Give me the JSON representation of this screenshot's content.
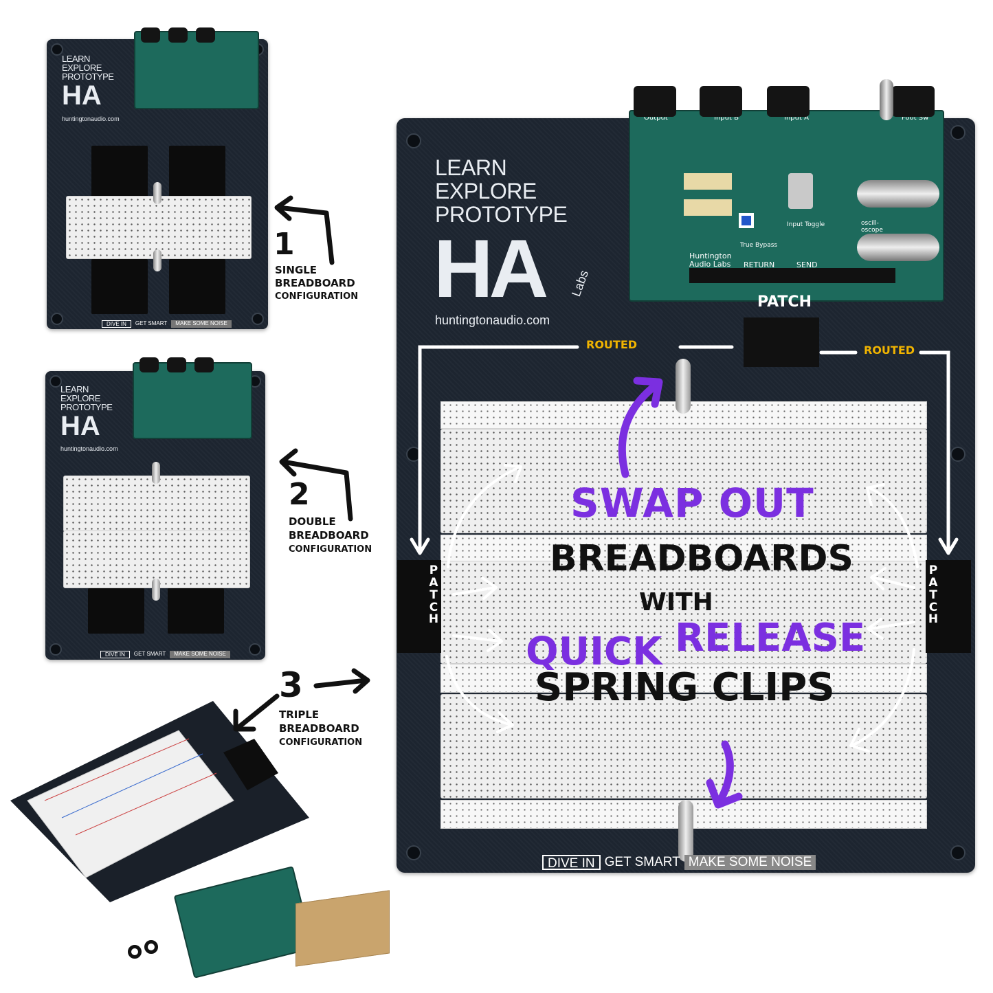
{
  "logo": {
    "line1": "LEARN",
    "line2": "EXPLORE",
    "line3": "PROTOTYPE",
    "mark": "HA",
    "labs": "Labs",
    "website": "huntingtonaudio.com"
  },
  "footer": {
    "dive_in": "DIVE IN",
    "get_smart": "GET SMART",
    "make_noise": "MAKE SOME NOISE"
  },
  "pcb": {
    "output": "Output",
    "input_b": "Input B",
    "input_a": "Input A",
    "foot_sw": "Foot Sw",
    "brand": "Huntington Audio Labs",
    "return": "RETURN",
    "send": "SEND",
    "true_bypass": "True Bypass",
    "input_toggle": "Input Toggle",
    "oscilloscope": "oscill- oscope",
    "patch": "PATCH"
  },
  "configs": [
    {
      "number": "1",
      "label_line1": "SINGLE",
      "label_line2": "BREADBOARD",
      "label_line3": "CONFIGURATION"
    },
    {
      "number": "2",
      "label_line1": "DOUBLE",
      "label_line2": "BREADBOARD",
      "label_line3": "CONFIGURATION"
    },
    {
      "number": "3",
      "label_line1": "TRIPLE",
      "label_line2": "BREADBOARD",
      "label_line3": "CONFIGURATION"
    }
  ],
  "annotations": {
    "routed": "ROUTED",
    "swap_out": "SWAP OUT",
    "breadboards": "BREADBOARDS",
    "with": "WITH",
    "quick": "QUICK",
    "release": "RELEASE",
    "spring_clips": "SPRING CLIPS",
    "patch_vertical": "PATCH"
  },
  "colors": {
    "board": "#1d2530",
    "pcb": "#1d6a5c",
    "purple": "#7b2fe0",
    "gold": "#f1b400",
    "ink": "#111111"
  }
}
